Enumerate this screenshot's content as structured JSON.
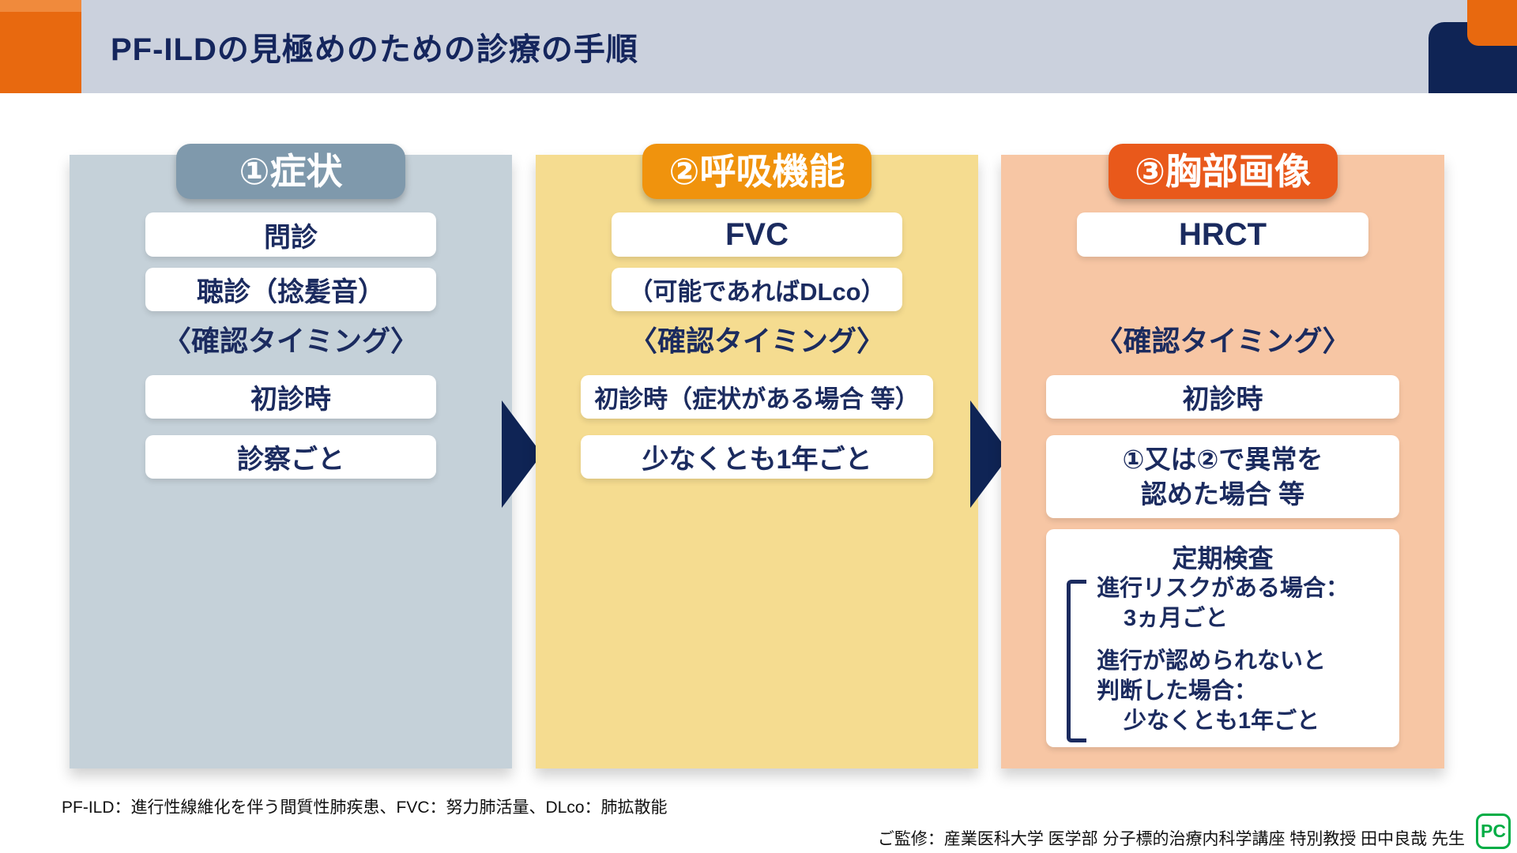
{
  "header": {
    "title": "PF-ILDの見極めのための診療の手順"
  },
  "colors": {
    "header_band": "#cbd1dd",
    "accent_orange": "#e8690f",
    "accent_orange_light": "#f08a3c",
    "corner_navy": "#0f2455",
    "text_navy": "#1b2b5f",
    "col1_panel": "#c5d1d9",
    "col1_badge": "#7f99ac",
    "col2_panel": "#f5dc90",
    "col2_badge": "#f0930d",
    "col3_panel": "#f7c6a4",
    "col3_badge": "#e9591b",
    "logo_green": "#00ad45"
  },
  "columns": {
    "symptoms": {
      "badge": "①症状",
      "box1": "問診",
      "box2": "聴診（捻髪音）",
      "timing_label": "〈確認タイミング〉",
      "box3": "初診時",
      "box4": "診察ごと"
    },
    "respiratory": {
      "badge": "②呼吸機能",
      "box1": "FVC",
      "box2": "（可能であればDLco）",
      "timing_label": "〈確認タイミング〉",
      "box3": "初診時（症状がある場合 等）",
      "box4": "少なくとも1年ごと"
    },
    "imaging": {
      "badge": "③胸部画像",
      "box1": "HRCT",
      "timing_label": "〈確認タイミング〉",
      "box2": "初診時",
      "box3_line1": "①又は②で異常を",
      "box3_line2": "認めた場合 等",
      "periodic": {
        "title": "定期検査",
        "item1_line1": "進行リスクがある場合：",
        "item1_line2": "3ヵ月ごと",
        "item2_line1": "進行が認められないと",
        "item2_line2": "判断した場合：",
        "item2_line3": "少なくとも1年ごと"
      }
    }
  },
  "footnote": "PF-ILD：進行性線維化を伴う間質性肺疾患、FVC：努力肺活量、DLco：肺拡散能",
  "credit": "ご監修：産業医科大学 医学部 分子標的治療内科学講座 特別教授 田中良哉 先生",
  "logo": "PC"
}
